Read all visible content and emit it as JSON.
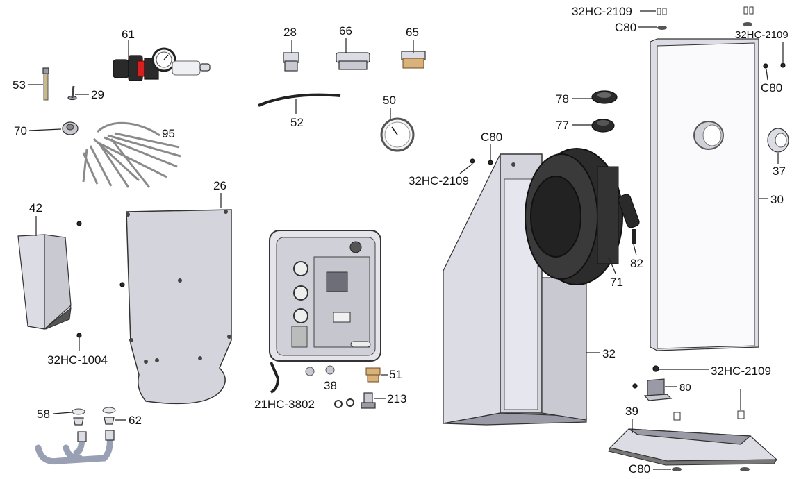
{
  "labels": {
    "p61": "61",
    "p53": "53",
    "p29": "29",
    "p70": "70",
    "p95": "95",
    "p42": "42",
    "p26": "26",
    "p32hc1004": "32HC-1004",
    "p58": "58",
    "p62": "62",
    "p28": "28",
    "p66": "66",
    "p65": "65",
    "p52": "52",
    "p50": "50",
    "p51": "51",
    "p38": "38",
    "p21hc3802": "21HC-3802",
    "p213": "213",
    "pc80a": "C80",
    "p32hc2109a": "32HC-2109",
    "p78": "78",
    "p77": "77",
    "p82": "82",
    "p71": "71",
    "p32": "32",
    "p32hc2109b": "32HC-2109",
    "pc80b": "C80",
    "p32hc2109c": "32HC-2109",
    "pc80c": "C80",
    "p37": "37",
    "p30": "30",
    "p32hc2109d": "32HC-2109",
    "p80": "80",
    "p39": "39",
    "pc80d": "C80"
  }
}
